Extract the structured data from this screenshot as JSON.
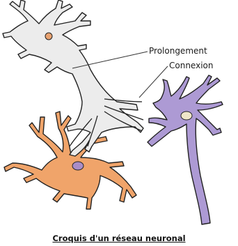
{
  "labels": {
    "prolongement": "Prolongement",
    "connexion": "Connexion"
  },
  "caption": "Croquis d'un réseau neuronal",
  "colors": {
    "neuron_gray": "#ececec",
    "neuron_orange": "#f0a46a",
    "neuron_purple": "#ad9ad4",
    "outline": "#222222",
    "nucleus_gray": "#e8a271",
    "nucleus_orange": "#a98dc7",
    "nucleus_purple": "#efe6c9"
  }
}
